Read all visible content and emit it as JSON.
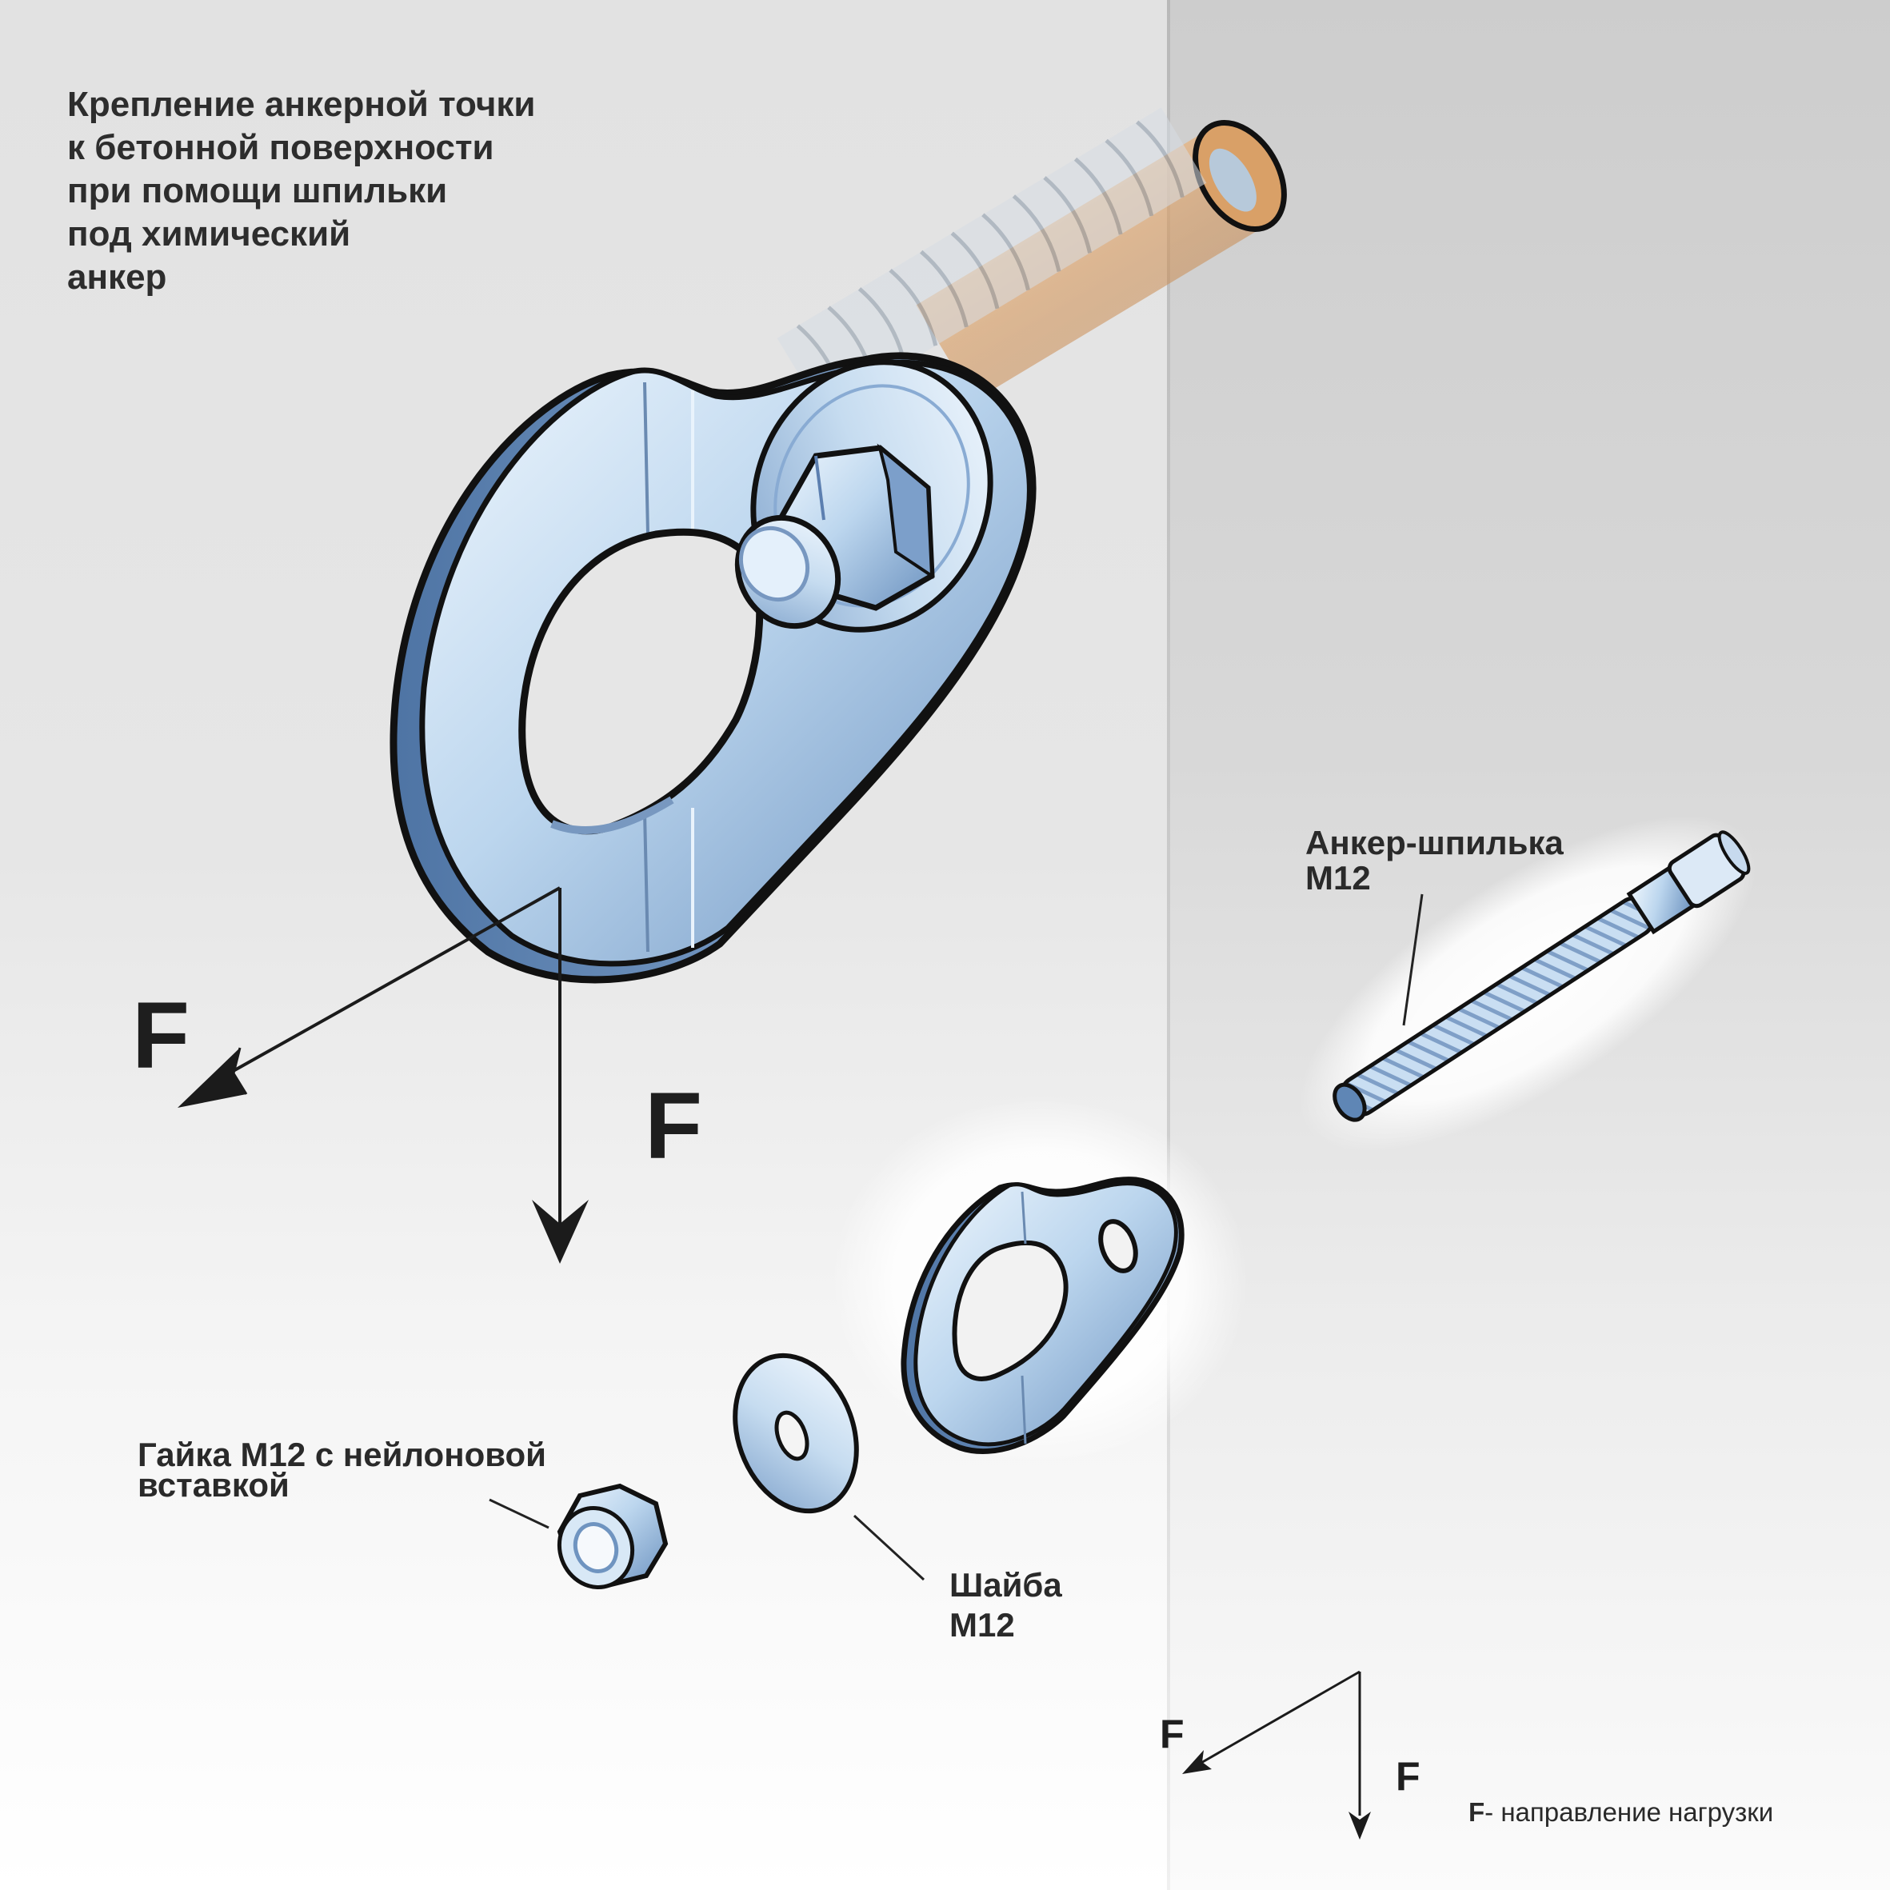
{
  "title": "Крепление анкерной точки\nк  бетонной поверхности\nпри помощи шпильки\nпод химический\nанкер",
  "labels": {
    "stud": "Анкер-шпилька\nМ12",
    "nut": "Гайка М12 с нейлоновой\nвставкой",
    "washer": "Шайба\nМ12"
  },
  "force_symbol": "F",
  "legend": {
    "symbol": "F",
    "text": "- направление нагрузки"
  },
  "colors": {
    "metal_light": "#e4f1fb",
    "metal_mid": "#a9c7e3",
    "metal_dark": "#5f86b5",
    "resin": "#d9a067",
    "outline": "#111111"
  }
}
